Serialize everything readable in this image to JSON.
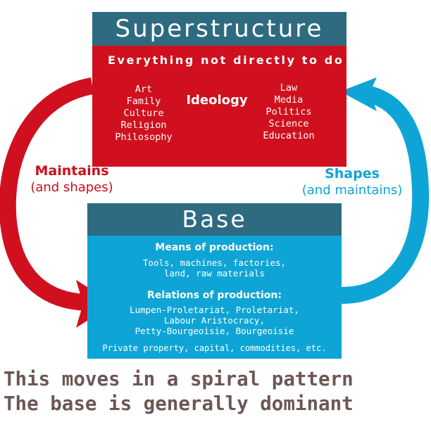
{
  "superstructure": {
    "title": "Superstructure",
    "subtitle": "Everything not directly to do with",
    "left_items": [
      "Art",
      "Family",
      "Culture",
      "Religion",
      "Philosophy"
    ],
    "center_label": "Ideology",
    "right_items": [
      "Law",
      "Media",
      "Politics",
      "Science",
      "Education"
    ]
  },
  "arrows": {
    "left": {
      "title": "Maintains",
      "subtitle": "(and shapes)"
    },
    "right": {
      "title": "Shapes",
      "subtitle": "(and maintains)"
    }
  },
  "base": {
    "title": "Base",
    "means_heading": "Means of production:",
    "means_lines": [
      "Tools, machines, factories,",
      "land, raw materials"
    ],
    "relations_heading": "Relations of production:",
    "relations_lines": [
      "Lumpen-Proletariat, Proletariat,",
      "Labour Aristocracy,",
      "Petty-Bourgeoisie, Bourgeoisie"
    ],
    "footer_note": "Private property, capital, commodities, etc."
  },
  "footer": {
    "line1": "This moves in a spiral pattern",
    "line2": "The base is generally dominant"
  },
  "colors": {
    "red": "#d0101e",
    "blue": "#0ea5d6",
    "header": "#2e6b80",
    "footer_text": "#6e5656"
  }
}
